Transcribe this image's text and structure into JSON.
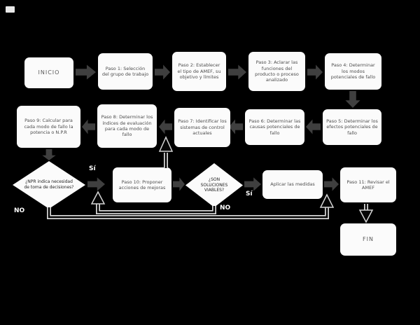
{
  "colors": {
    "bg": "#000000",
    "node-fill": "#fbfbfb",
    "node-text": "#4d4d4d",
    "arrow": "#3f3f3f",
    "label": "#ffffff"
  },
  "nodes": {
    "inicio": {
      "label": "INICIO"
    },
    "paso1": {
      "label": "Paso 1: Selección del grupo de trabajo"
    },
    "paso2": {
      "label": "Paso 2: Establecer el tipo de AMEF, su objetivo y límites"
    },
    "paso3": {
      "label": "Paso 3: Aclarar las funciones del producto o proceso analizado"
    },
    "paso4": {
      "label": "Paso 4: Determinar los modos potenciales de fallo"
    },
    "paso5": {
      "label": "Paso 5: Determinar los efectos potenciales de fallo"
    },
    "paso6": {
      "label": "Paso 6: Determinar las causas potenciales de fallo"
    },
    "paso7": {
      "label": "Paso 7: Identificar los sistemas de control actuales"
    },
    "paso8": {
      "label": "Paso 8: Determinar los índices de evaluación para cada modo de fallo"
    },
    "paso9": {
      "label": "Paso 9: Calcular para cada modo de fallo la potencia o N.P.R"
    },
    "dec1": {
      "label": "¿NPR indica necesidad de toma de decisiones?"
    },
    "paso10": {
      "label": "Paso 10: Proponer acciones de mejoras"
    },
    "dec2": {
      "label": "¿SON SOLUCIONES VIABLES?"
    },
    "aplicar": {
      "label": "Aplicar las medidas"
    },
    "paso11": {
      "label": "Paso 11: Revisar el AMEF"
    },
    "fin": {
      "label": "FIN"
    }
  },
  "labels": {
    "yes1": "Sí",
    "yes2": "Sí",
    "no1": "NO",
    "no2": "NO"
  }
}
